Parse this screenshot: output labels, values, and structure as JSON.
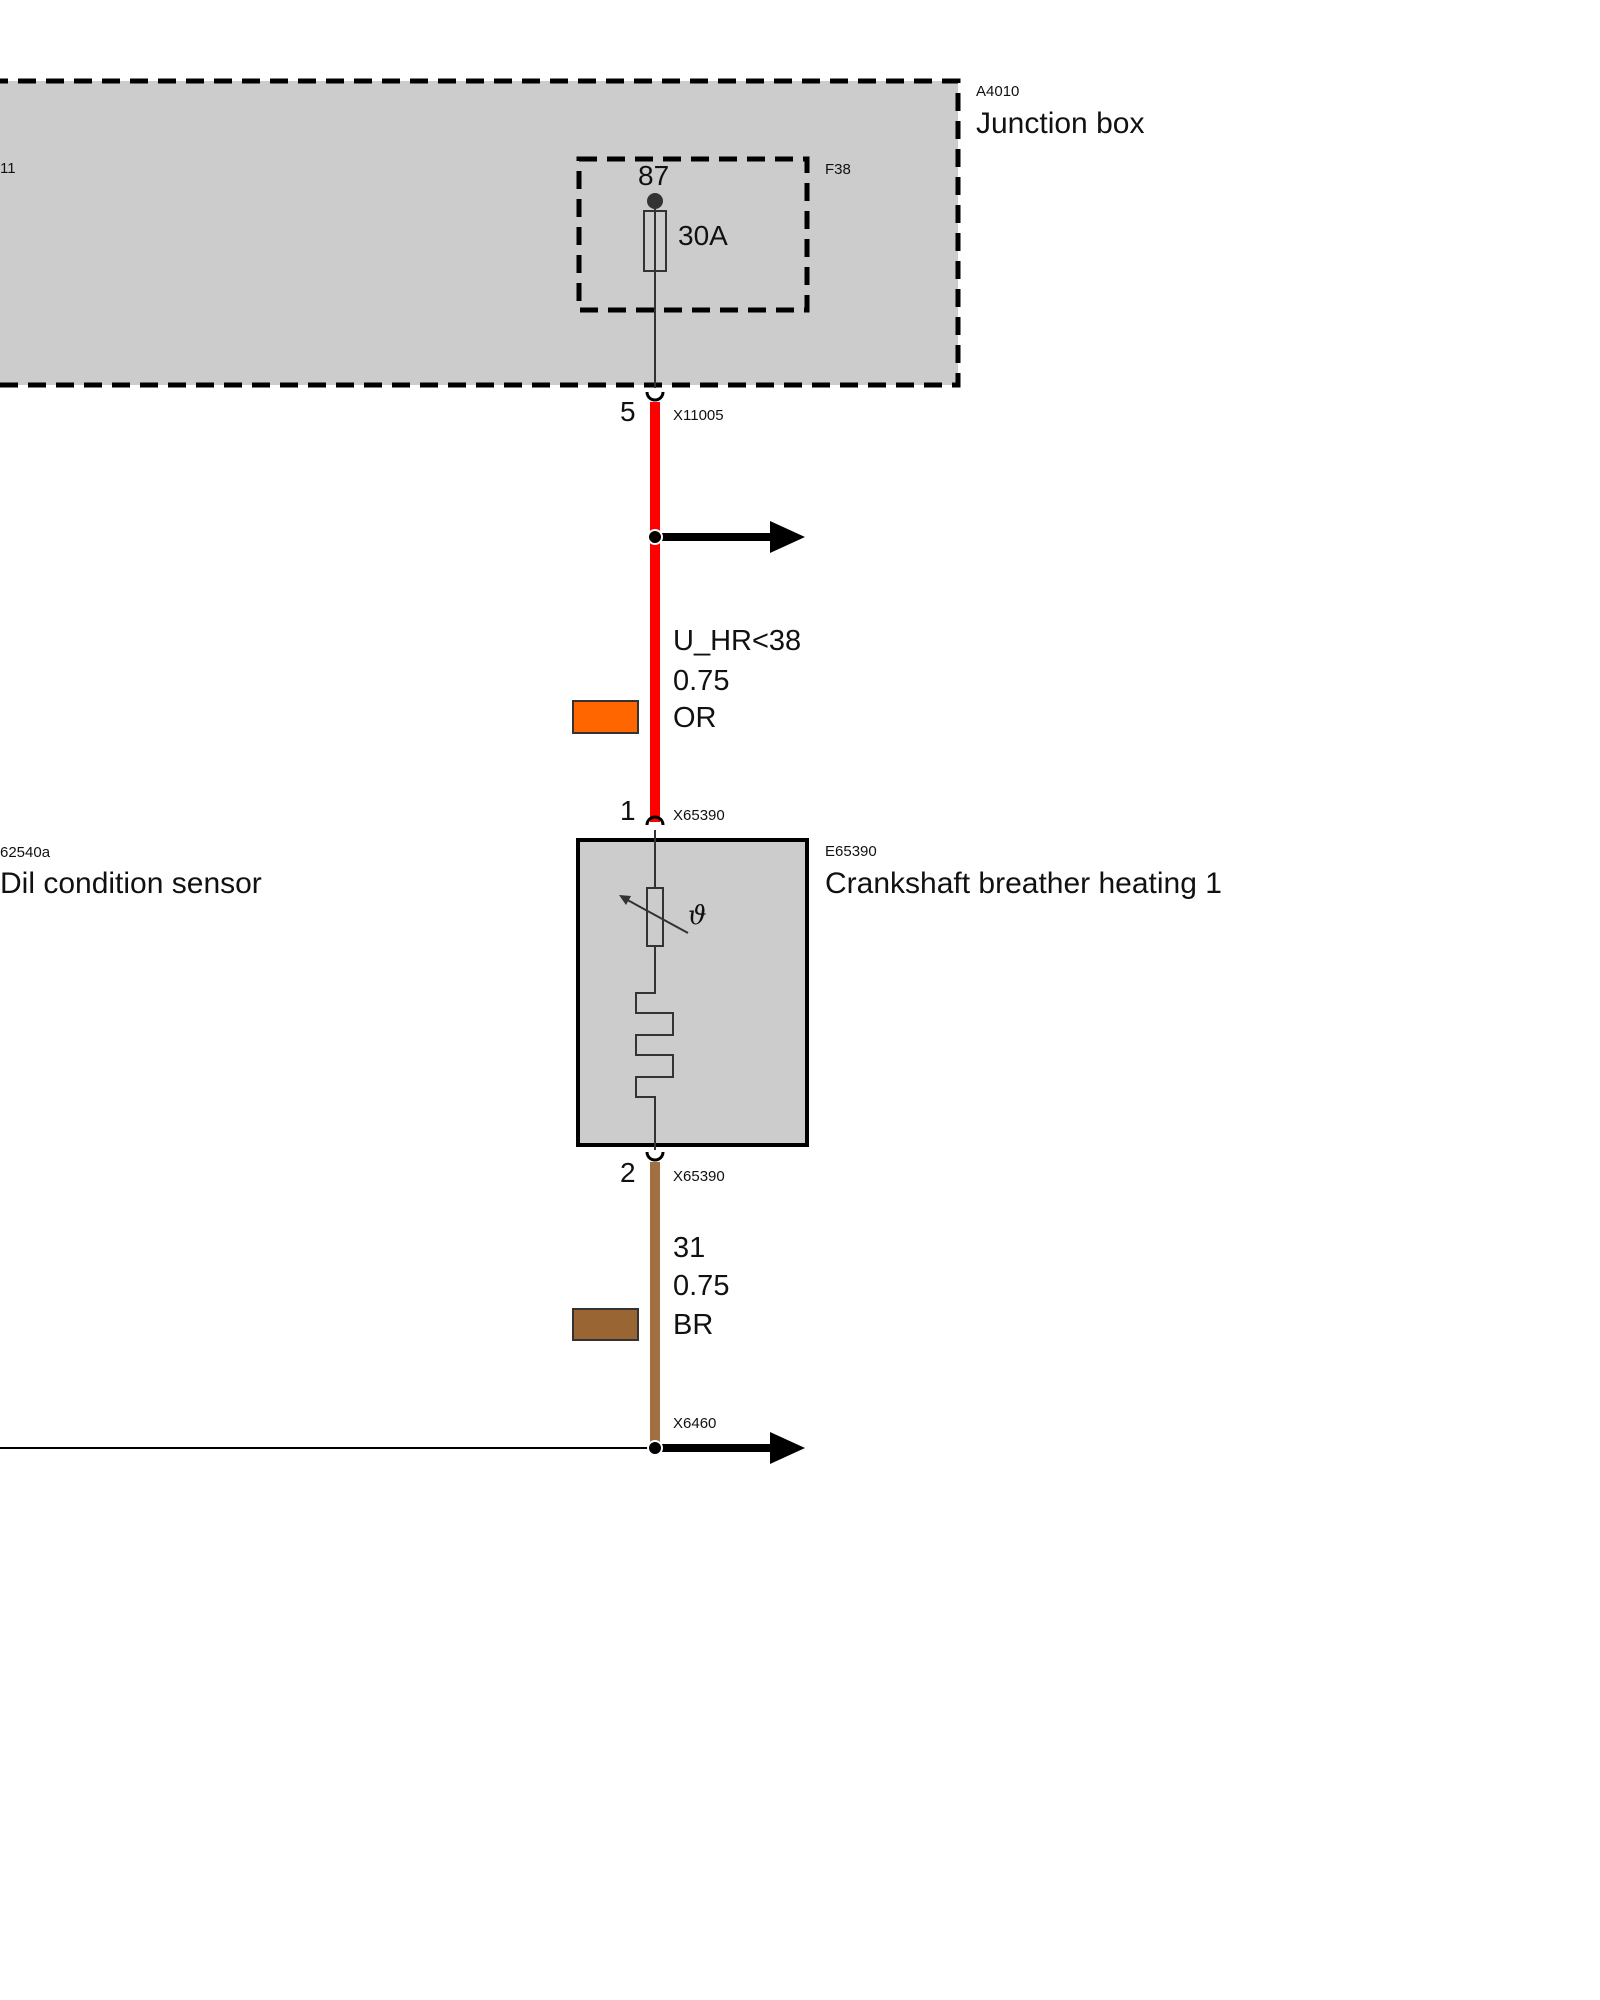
{
  "colors": {
    "housing_fill": "#cccccc",
    "wire_red": "#ff0000",
    "wire_brown": "#a07040",
    "swatch_orange": "#ff6600",
    "swatch_brown": "#996633"
  },
  "junction_box": {
    "id": "A4010",
    "name": "Junction box",
    "left_partial_id": "11"
  },
  "fuse": {
    "id": "F38",
    "terminal": "87",
    "rating": "30A"
  },
  "connector_top": {
    "pin": "5",
    "id": "X11005"
  },
  "wire_supply": {
    "signal": "U_HR<38",
    "cross_section": "0.75",
    "color_code": "OR"
  },
  "heater": {
    "id": "E65390",
    "name": "Crankshaft breather heating 1",
    "symbol": "ϑ",
    "pin_in": "1",
    "pin_in_connector": "X65390",
    "pin_out": "2",
    "pin_out_connector": "X65390"
  },
  "oil_sensor": {
    "id_partial": "62540a",
    "name_partial": "Dil condition sensor"
  },
  "wire_ground": {
    "signal": "31",
    "cross_section": "0.75",
    "color_code": "BR"
  },
  "ground_point": {
    "id": "X6460"
  },
  "icons": [
    "arrow-right-icon",
    "fuse-icon",
    "ptc-thermistor-icon",
    "heating-element-icon"
  ]
}
